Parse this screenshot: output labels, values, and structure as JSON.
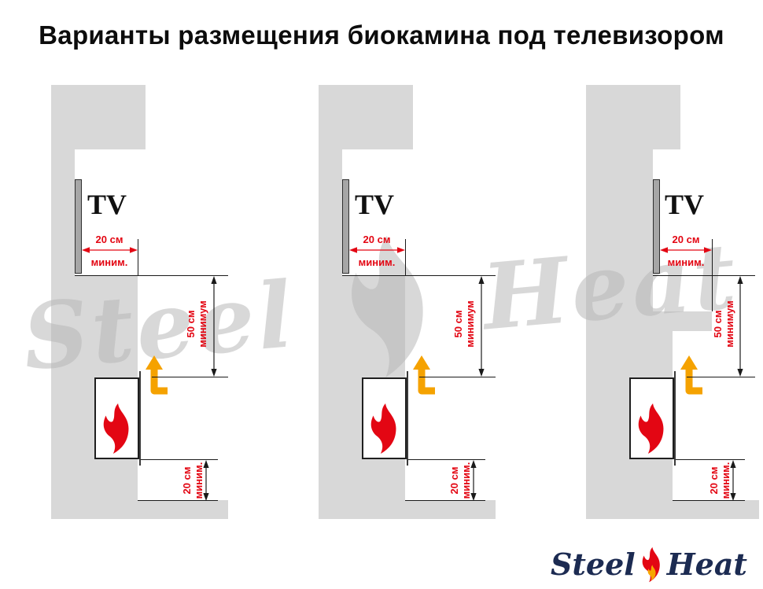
{
  "title": "Варианты размещения биокамина под телевизором",
  "colors": {
    "wall_gray": "#d8d8d8",
    "dimension_red": "#e30613",
    "arrow_orange": "#f5a200",
    "flame_red": "#e30613",
    "logo_navy": "#1c2b52",
    "watermark_gray": "#b9b9b9"
  },
  "icons": {
    "flame": "flame-icon",
    "heat_arrow": "heat-arrow-up-icon",
    "watermark_flame": "watermark-flame-icon",
    "logo_flame": "logo-flame-icon"
  },
  "watermark": {
    "left_text": "Steel",
    "right_text": "Heat"
  },
  "logo": {
    "left_text": "Steel",
    "right_text": "Heat"
  },
  "variants": [
    {
      "tv_label": "TV",
      "dim_tv_offset": {
        "line1": "20 см",
        "line2": "миним."
      },
      "dim_tv_to_fireplace": {
        "line1": "50 см",
        "line2": "минимум"
      },
      "dim_fireplace_to_floor": {
        "line1": "20 см",
        "line2": "миним."
      }
    },
    {
      "tv_label": "TV",
      "dim_tv_offset": {
        "line1": "20 см",
        "line2": "миним."
      },
      "dim_tv_to_fireplace": {
        "line1": "50 см",
        "line2": "минимум"
      },
      "dim_fireplace_to_floor": {
        "line1": "20 см",
        "line2": "миним."
      }
    },
    {
      "tv_label": "TV",
      "dim_tv_offset": {
        "line1": "20 см",
        "line2": "миним."
      },
      "dim_tv_to_fireplace": {
        "line1": "50 см",
        "line2": "минимум"
      },
      "dim_fireplace_to_floor": {
        "line1": "20 см",
        "line2": "миним."
      }
    }
  ]
}
